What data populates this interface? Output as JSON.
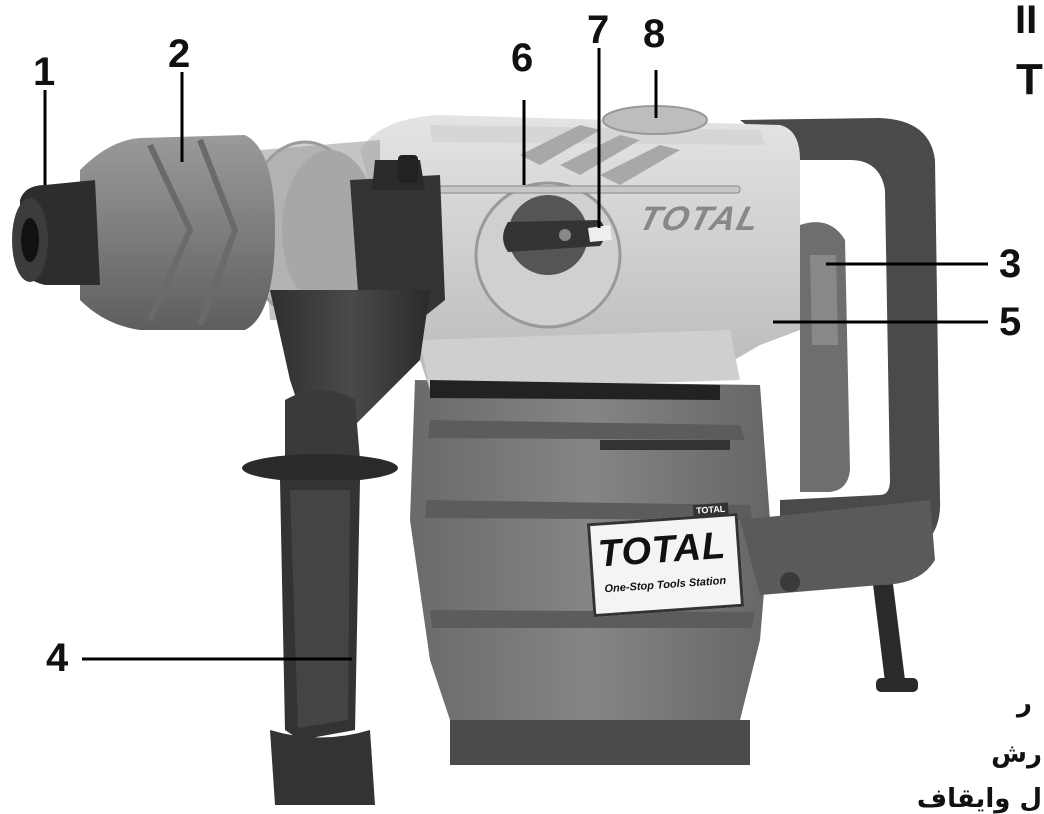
{
  "callouts": {
    "n1": "1",
    "n2": "2",
    "n3": "3",
    "n4": "4",
    "n5": "5",
    "n6": "6",
    "n7": "7",
    "n8": "8"
  },
  "tool": {
    "brand_body": "TOTAL",
    "brand_top": "TOTAL",
    "brand_tagline": "One-Stop Tools Station",
    "brand_small": "TOTAL"
  },
  "cutoff_text": {
    "top_right_1": "II",
    "top_right_2": "T",
    "arabic_1": "ر",
    "arabic_2": "رش",
    "arabic_3": "ل وايقاف"
  },
  "colors": {
    "body_grey": "#777777",
    "housing_light": "#c9c9c9",
    "handle_dark": "#3a3a3a"
  }
}
